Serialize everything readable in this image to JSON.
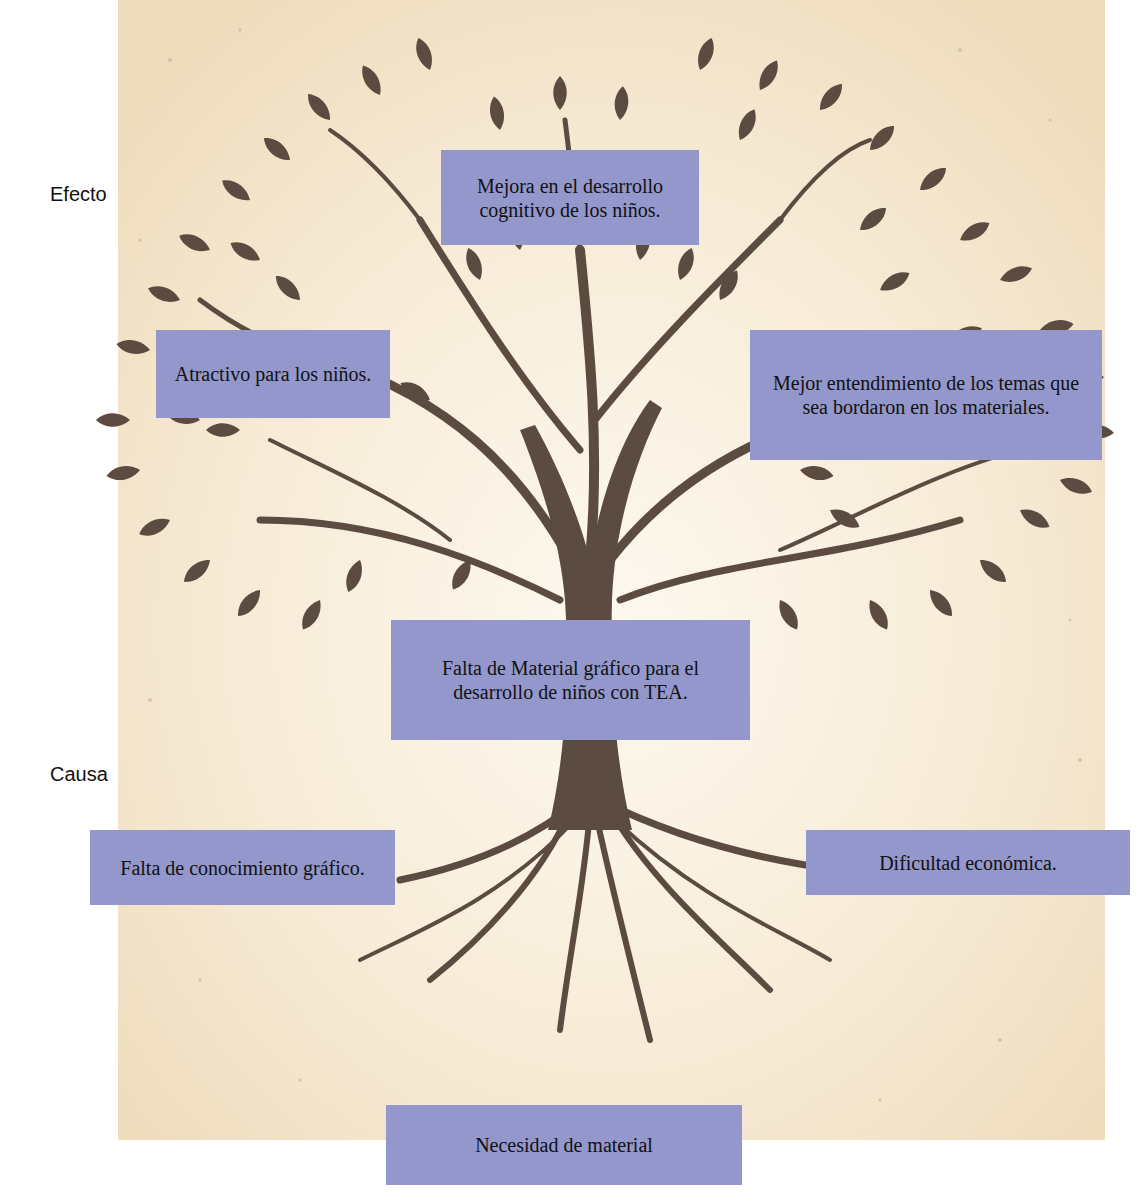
{
  "diagram": {
    "nodes": [
      {
        "text": [
          "Mejora en el desarrollo cognitivo de los niños."
        ]
      },
      {
        "text": [
          "Atractivo para los niños."
        ]
      },
      {
        "text": [
          "Mejor entendimiento de los temas que sea bordaron en los materiales."
        ]
      },
      {
        "text": [
          "Falta de Material gráfico para el desarrollo de niños con TEA."
        ]
      },
      {
        "text": [
          "Falta de conocimiento gráfico."
        ]
      },
      {
        "text": [
          "Dificultad económica."
        ]
      },
      {
        "text": [
          "Necesidad de material"
        ]
      }
    ],
    "labels": [
      "Efecto",
      "Causa"
    ]
  }
}
